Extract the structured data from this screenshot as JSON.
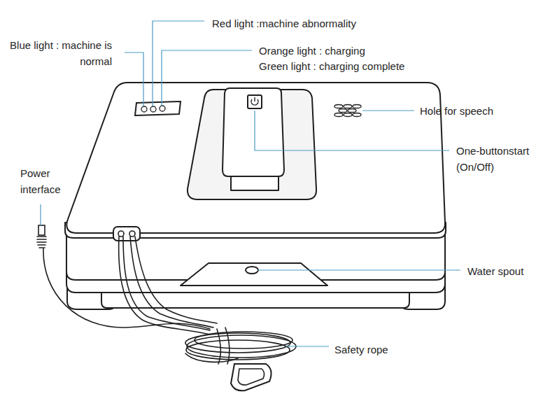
{
  "diagram": {
    "labels": [
      "Red light :machine abnormality",
      "Blue light : machine is normal",
      "Orange light : charging",
      "Green light : charging complete",
      "Hole for speech",
      "One-buttonstart (On/Off)",
      "Power interface",
      "Water spout",
      "Safety rope"
    ]
  }
}
